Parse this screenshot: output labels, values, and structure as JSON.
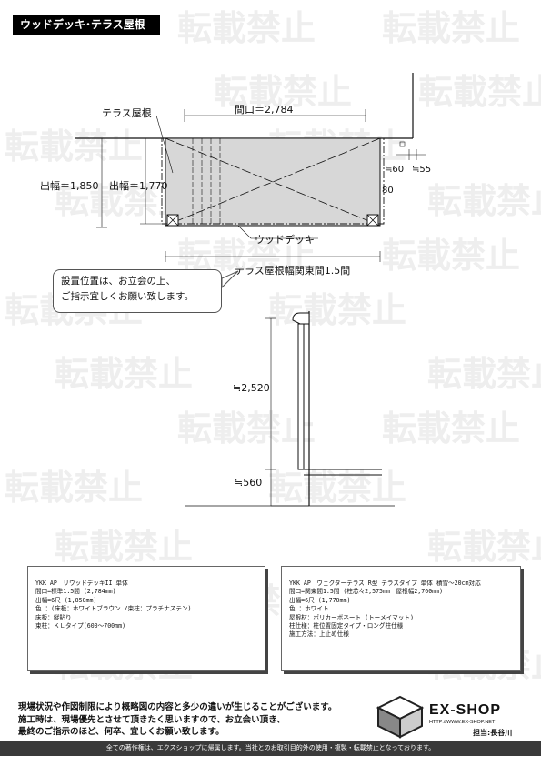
{
  "title": "ウッドデッキ･テラス屋根",
  "watermark_text": "転載禁止",
  "plan": {
    "label_terrace_roof": "テラス屋根",
    "label_opening": "間口＝2,784",
    "label_depth_roof": "出幅＝1,850",
    "label_depth_deck": "出幅＝1,770",
    "label_gap_60": "≒60",
    "label_gap_55": "≒55",
    "label_80": "80",
    "label_wood_deck": "ウッドデッキ",
    "label_span": "テラス屋根幅関東間1.5間"
  },
  "note": {
    "line1": "設置位置は、お立会の上、",
    "line2": "ご指示宜しくお願い致します。"
  },
  "elevation": {
    "label_height": "≒2,520",
    "label_deck_height": "≒560"
  },
  "spec_left": {
    "lines": [
      "YKK AP　リウッドデッキII 単体",
      "間口=標準1.5間 (2,784mm)",
      "出幅=6尺 (1,850mm)",
      "色 ：(床板：ホワイトブラウン /束柱：プラチナステン)",
      "床板：縦貼り",
      "束柱：ＫＬタイプ(600～700mm)"
    ]
  },
  "spec_right": {
    "lines": [
      "YKK AP　ヴェクターテラス R型 テラスタイプ 単体 積雪～20cm対応",
      "間口=関東間1.5間 (柱芯々2,575mm　屋根幅2,760mm)",
      "出幅=6尺 (1,770mm)",
      "色 ：ホワイト",
      "屋根材：ポリカーボネート (トーメイマット)",
      "柱仕様：柱位置固定タイプ・ロング柱仕様",
      "施工方法：上止め仕様"
    ]
  },
  "notice": {
    "line1": "現場状況や作図制限により概略図の内容と多少の違いが生じることがございます。",
    "line2": "施工時は、現場優先とさせて頂きたく思いますので、お立会い頂き、",
    "line3": "最終のご指示のほど、何卒、宜しくお願い致します。"
  },
  "brand": {
    "name": "EX-SHOP",
    "url": "HTTP://WWW.EX-SHOP.NET",
    "charge": "担当:長谷川"
  },
  "footer": "全ての著作権は、エクスショップに帰属します。当社とのお取引目的外の使用・複製・転載禁止となっております。"
}
